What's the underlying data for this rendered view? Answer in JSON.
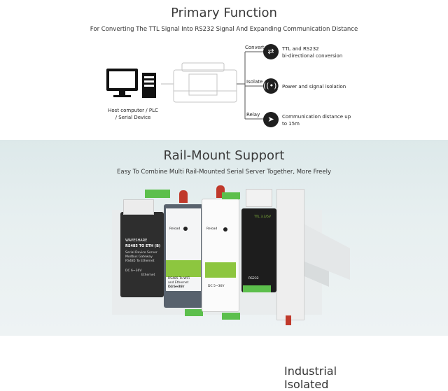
{
  "primary": {
    "title": "Primary Function",
    "subtitle": "For Converting The TTL Signal Into RS232 Signal And Expanding Communication Distance",
    "host_label_line1": "Host computer / PLC",
    "host_label_line2": "/ Serial Device",
    "features": [
      {
        "branch": "Convert",
        "icon": "convert-arrows-icon",
        "line1": "TTL and RS232",
        "line2": "bi-directional conversion"
      },
      {
        "branch": "Isolate",
        "icon": "isolation-icon",
        "line1": "Power and signal isolation",
        "line2": ""
      },
      {
        "branch": "Relay",
        "icon": "send-arrow-icon",
        "line1": "Communication distance up",
        "line2": "to 15m"
      }
    ]
  },
  "rail": {
    "title": "Rail-Mount Support",
    "subtitle": "Easy To Combine Multi Rail-Mounted Serial Server Together, More Freely",
    "device1": {
      "brand": "WAVESHARE",
      "model": "RS485 TO ETH (B)",
      "desc1": "Serial Device Server",
      "desc2": "Modbus Gateway",
      "desc3": "RS485 To Ethernet",
      "power": "DC 6~36V",
      "eth": "Ethernet"
    },
    "device2": {
      "model": "RS485 To WiFi",
      "desc": "and Ethernet Converter",
      "power": "DC 5~36V",
      "reload": "Reload"
    },
    "device3": {
      "model": "DC 5~36V",
      "reload": "Reload"
    },
    "device4": {
      "ttl": "TTL 3.3/5V",
      "rs232": "RS232",
      "side": "Industrial Isolated"
    }
  },
  "colors": {
    "accent_green": "#7cc242",
    "dark": "#1f1f1f",
    "bg_bottom": "#e3ecee"
  }
}
